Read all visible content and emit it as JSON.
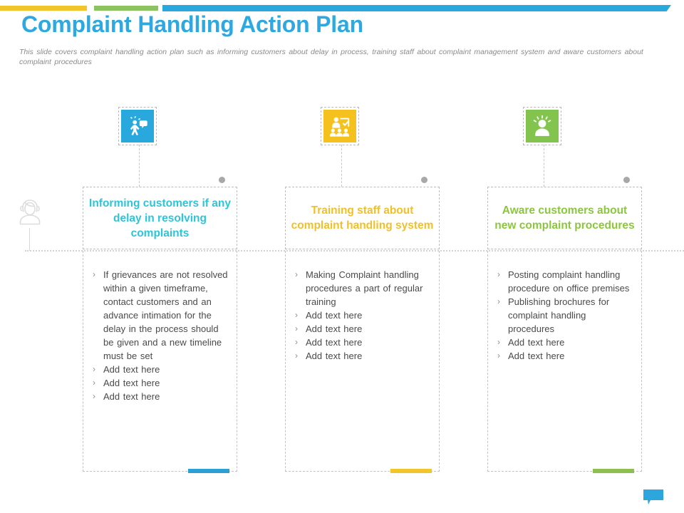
{
  "slide": {
    "title": "Complaint Handling Action Plan",
    "subtitle": "This slide covers complaint handling action plan such as informing customers about delay in process, training staff about complaint management system and aware customers about complaint procedures"
  },
  "colors": {
    "title_blue": "#2fa8e0",
    "accent_yellow": "#f0c42a",
    "accent_green": "#8bc360",
    "accent_blue": "#29a8dd",
    "column1_title": "#2ec4d8",
    "column2_title": "#f0c02a",
    "column3_title": "#8cc63e"
  },
  "columns": [
    {
      "icon_name": "announcement-person-icon",
      "title": "Informing customers if any delay in resolving complaints",
      "bullets": [
        "If grievances are not resolved within a given timeframe, contact customers and an advance intimation for the delay in the process should be given and a new timeline must be set",
        "Add text here",
        "Add text here",
        "Add text here"
      ]
    },
    {
      "icon_name": "training-presentation-icon",
      "title": "Training staff about complaint handling system",
      "bullets": [
        "Making Complaint handling procedures a part of regular training",
        "Add text here",
        "Add text here",
        "Add text here",
        "Add text here"
      ]
    },
    {
      "icon_name": "aware-person-icon",
      "title": "Aware customers about new complaint procedures",
      "bullets": [
        "Posting complaint handling procedure on office premises",
        "Publishing brochures for complaint handling procedures",
        "Add text here",
        "Add text here"
      ]
    }
  ],
  "bullet_marker": "›"
}
